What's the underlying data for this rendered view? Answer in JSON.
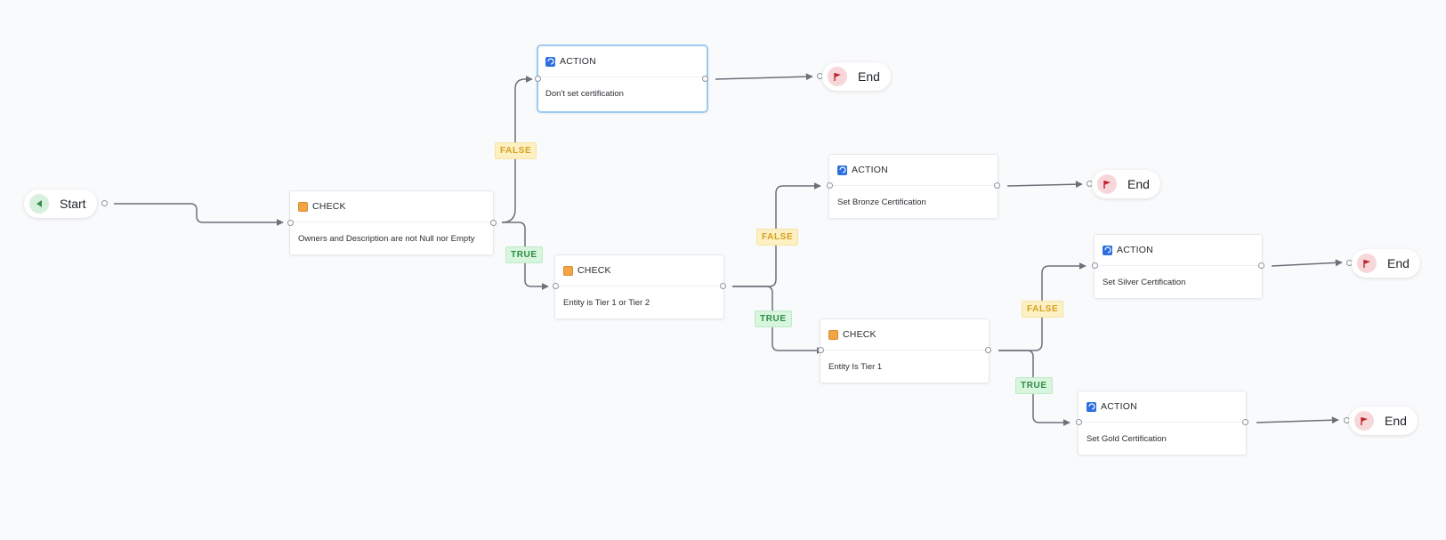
{
  "flow": {
    "start": {
      "label": "Start",
      "icon": "play-back-icon"
    },
    "nodes": [
      {
        "id": "check1",
        "type_label": "CHECK",
        "icon": "check-icon",
        "text": "Owners and Description are not Null nor Empty"
      },
      {
        "id": "action1",
        "type_label": "ACTION",
        "icon": "action-icon",
        "text": "Don't set certification"
      },
      {
        "id": "check2",
        "type_label": "CHECK",
        "icon": "check-icon",
        "text": "Entity is Tier 1 or Tier 2"
      },
      {
        "id": "action2",
        "type_label": "ACTION",
        "icon": "action-icon",
        "text": "Set Bronze Certification"
      },
      {
        "id": "check3",
        "type_label": "CHECK",
        "icon": "check-icon",
        "text": "Entity Is Tier 1"
      },
      {
        "id": "action3",
        "type_label": "ACTION",
        "icon": "action-icon",
        "text": "Set Silver Certification"
      },
      {
        "id": "action4",
        "type_label": "ACTION",
        "icon": "action-icon",
        "text": "Set Gold Certification"
      }
    ],
    "ends": [
      {
        "label": "End",
        "icon": "flag-icon"
      },
      {
        "label": "End",
        "icon": "flag-icon"
      },
      {
        "label": "End",
        "icon": "flag-icon"
      },
      {
        "label": "End",
        "icon": "flag-icon"
      }
    ],
    "badges": {
      "false_label": "FALSE",
      "true_label": "TRUE"
    },
    "colors": {
      "edge": "#6b7178",
      "selected_border": "#9dcaf0",
      "action_icon": "#2d6fe0",
      "check_icon": "#f2a545",
      "false_badge": "#fdf0c3",
      "true_badge": "#d8f5dd",
      "start_circle": "#d7f0dc",
      "end_circle": "#f8d7da"
    }
  }
}
